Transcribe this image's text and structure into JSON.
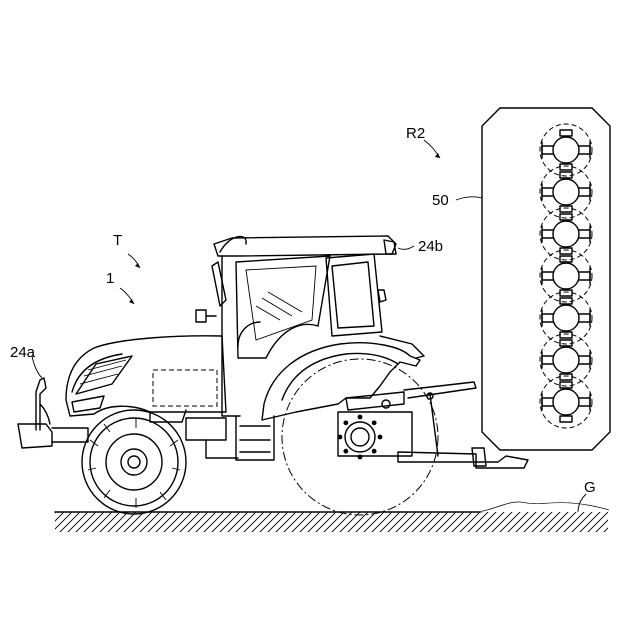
{
  "labels": {
    "tractor": "T",
    "tractor_body": "1",
    "front_weight": "24a",
    "rear_light": "24b",
    "implement_unit": "R2",
    "cutter_unit": "50",
    "ground": "G"
  }
}
